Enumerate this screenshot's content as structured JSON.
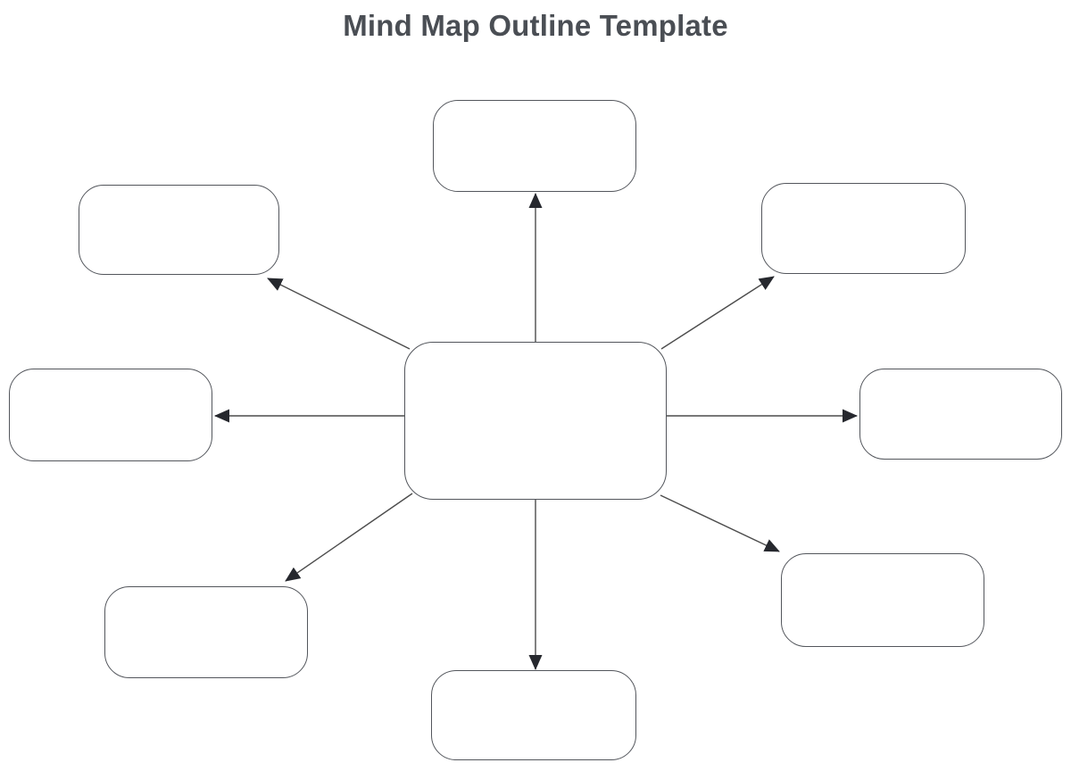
{
  "page": {
    "title": "Mind Map Outline Template",
    "background_color": "#ffffff"
  },
  "colors": {
    "title_text": "#4a4e54",
    "node_border": "#53565c",
    "node_fill": "#ffffff",
    "connector_line": "#4c4c4c",
    "arrowhead_fill": "#26282e"
  },
  "diagram": {
    "type": "mind-map",
    "central_node": {
      "id": "central",
      "label": ""
    },
    "branch_nodes": [
      {
        "id": "top",
        "label": ""
      },
      {
        "id": "top-left",
        "label": ""
      },
      {
        "id": "top-right",
        "label": ""
      },
      {
        "id": "left",
        "label": ""
      },
      {
        "id": "right",
        "label": ""
      },
      {
        "id": "bottom-left",
        "label": ""
      },
      {
        "id": "bottom",
        "label": ""
      },
      {
        "id": "bottom-right",
        "label": ""
      }
    ],
    "connectors": [
      {
        "from": "central",
        "to": "top",
        "style": "straight",
        "arrowhead": "filled-triangle"
      },
      {
        "from": "central",
        "to": "top-left",
        "style": "straight",
        "arrowhead": "filled-triangle"
      },
      {
        "from": "central",
        "to": "top-right",
        "style": "straight",
        "arrowhead": "filled-triangle"
      },
      {
        "from": "central",
        "to": "left",
        "style": "straight",
        "arrowhead": "filled-triangle"
      },
      {
        "from": "central",
        "to": "right",
        "style": "straight",
        "arrowhead": "filled-triangle"
      },
      {
        "from": "central",
        "to": "bottom-left",
        "style": "straight",
        "arrowhead": "filled-triangle"
      },
      {
        "from": "central",
        "to": "bottom",
        "style": "straight",
        "arrowhead": "filled-triangle"
      },
      {
        "from": "central",
        "to": "bottom-right",
        "style": "straight",
        "arrowhead": "filled-triangle"
      }
    ]
  }
}
